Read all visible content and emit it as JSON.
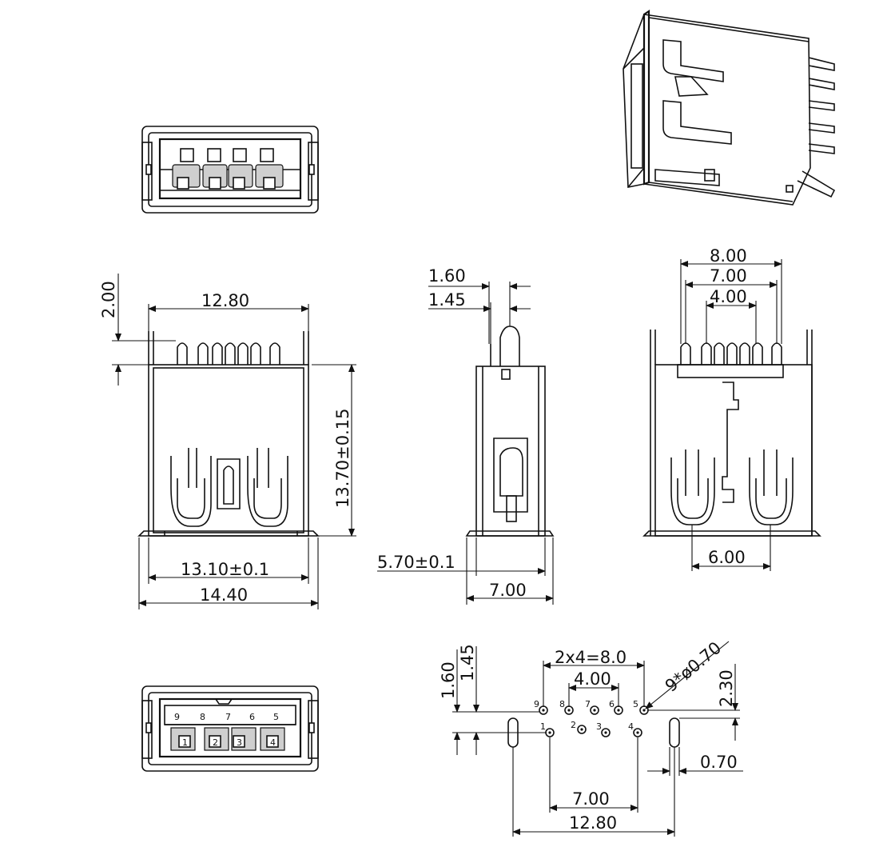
{
  "front_view": {
    "dim_width_top": "12.80",
    "dim_pin_height": "2.00",
    "dim_height": "13.70±0.15",
    "dim_width_body": "13.10±0.1",
    "dim_width_total": "14.40"
  },
  "side_view": {
    "dim_tab_outer": "1.60",
    "dim_tab_inner": "1.45",
    "dim_offset": "5.70±0.1",
    "dim_depth": "7.00"
  },
  "rear_view": {
    "dim_pitch_outer": "8.00",
    "dim_pitch_mid": "7.00",
    "dim_pitch_inner": "4.00",
    "dim_pitch_bottom": "6.00"
  },
  "bottom_view": {
    "pin_labels_top": [
      "9",
      "8",
      "7",
      "6",
      "5"
    ],
    "pin_labels_bottom": [
      "1",
      "2",
      "3",
      "4"
    ]
  },
  "footprint": {
    "dim_pitch": "2x4=8.0",
    "dim_inner": "4.00",
    "dim_hole": "9*ø0.70",
    "dim_vert_a": "1.60",
    "dim_vert_b": "1.45",
    "dim_row_gap": "2.30",
    "dim_slot": "0.70",
    "dim_outer_pins": "7.00",
    "dim_total": "12.80",
    "pin_labels_top": [
      "9",
      "8",
      "7",
      "6",
      "5"
    ],
    "pin_labels_bottom": [
      "1",
      "2",
      "3",
      "4"
    ]
  }
}
